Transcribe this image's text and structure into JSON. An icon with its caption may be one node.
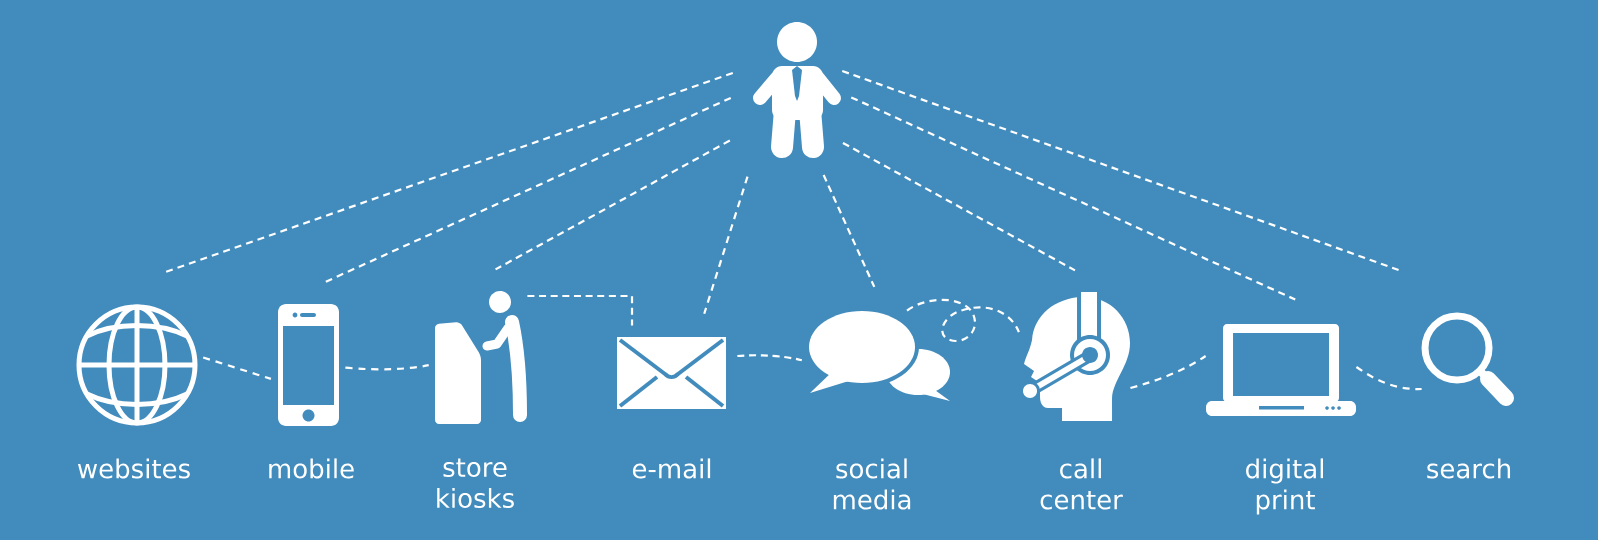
{
  "diagram": {
    "nodes": [
      {
        "text": [],
        "shape": "person"
      },
      {
        "text": [],
        "shape": "picture",
        "beside": [
          "websites"
        ]
      },
      {
        "text": [],
        "shape": "picture",
        "beside": [
          "mobile"
        ]
      },
      {
        "text": [],
        "shape": "picture",
        "beside": [
          "store kiosks"
        ]
      },
      {
        "text": [],
        "shape": "picture",
        "beside": [
          "e-mail"
        ]
      },
      {
        "text": [],
        "shape": "picture",
        "beside": [
          "social media"
        ]
      },
      {
        "text": [],
        "shape": "picture",
        "beside": [
          "call center"
        ]
      },
      {
        "text": [],
        "shape": "picture",
        "beside": [
          "digital print"
        ]
      },
      {
        "text": [],
        "shape": "picture",
        "beside": [
          "search"
        ]
      }
    ],
    "edges": [
      {
        "from": 0,
        "to": 1,
        "arrow": "none",
        "style": "dashed"
      },
      {
        "from": 0,
        "to": 2,
        "arrow": "none",
        "style": "dashed"
      },
      {
        "from": 0,
        "to": 3,
        "arrow": "none",
        "style": "dashed"
      },
      {
        "from": 0,
        "to": 4,
        "arrow": "none",
        "style": "dashed"
      },
      {
        "from": 0,
        "to": 5,
        "arrow": "none",
        "style": "dashed"
      },
      {
        "from": 0,
        "to": 6,
        "arrow": "none",
        "style": "dashed"
      },
      {
        "from": 0,
        "to": 7,
        "arrow": "none",
        "style": "dashed"
      },
      {
        "from": 0,
        "to": 8,
        "arrow": "none",
        "style": "dashed"
      },
      {
        "from": 1,
        "to": 2,
        "arrow": "none",
        "style": "dashed"
      },
      {
        "from": 2,
        "to": 3,
        "arrow": "none",
        "style": "dashed"
      },
      {
        "from": 3,
        "to": 4,
        "arrow": "none",
        "style": "dashed"
      },
      {
        "from": 4,
        "to": 5,
        "arrow": "none",
        "style": "dashed"
      },
      {
        "from": 5,
        "to": 6,
        "arrow": "none",
        "style": "dashed"
      },
      {
        "from": 6,
        "to": 7,
        "arrow": "none",
        "style": "dashed"
      },
      {
        "from": 7,
        "to": 8,
        "arrow": "none",
        "style": "dashed"
      }
    ]
  }
}
